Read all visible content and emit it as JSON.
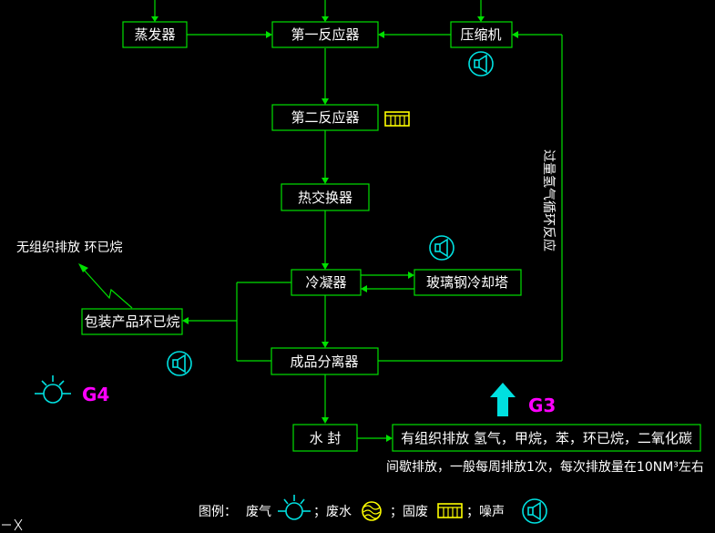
{
  "boxes": {
    "evaporator": "蒸发器",
    "reactor1": "第一反应器",
    "compressor": "压缩机",
    "reactor2": "第二反应器",
    "heat_exchanger": "热交换器",
    "condenser": "冷凝器",
    "cooling_tower": "玻璃钢冷却塔",
    "packaging": "包装产品环已烷",
    "separator": "成品分离器",
    "water_seal": "水 封",
    "organized_emission": "有组织排放 氢气，甲烷，苯，环已烷，二氧化碳"
  },
  "labels": {
    "recycle": "过量氢气循环反应",
    "unorganized": "无组织排放  环已烷",
    "intermittent": "间歇排放，一般每周排放1次，每次排放量在10NM³左右",
    "g4": "G4",
    "g3": "G3"
  },
  "legend": {
    "title": "图例：",
    "gas": "废气",
    "water": "；废水",
    "solid": "；固废",
    "noise": "；噪声"
  },
  "colors": {
    "line": "#00e000",
    "gas_icon": "#00e0e0",
    "solid_icon": "#ffff00",
    "water_icon": "#ffff00",
    "tag": "#ff00ff"
  }
}
